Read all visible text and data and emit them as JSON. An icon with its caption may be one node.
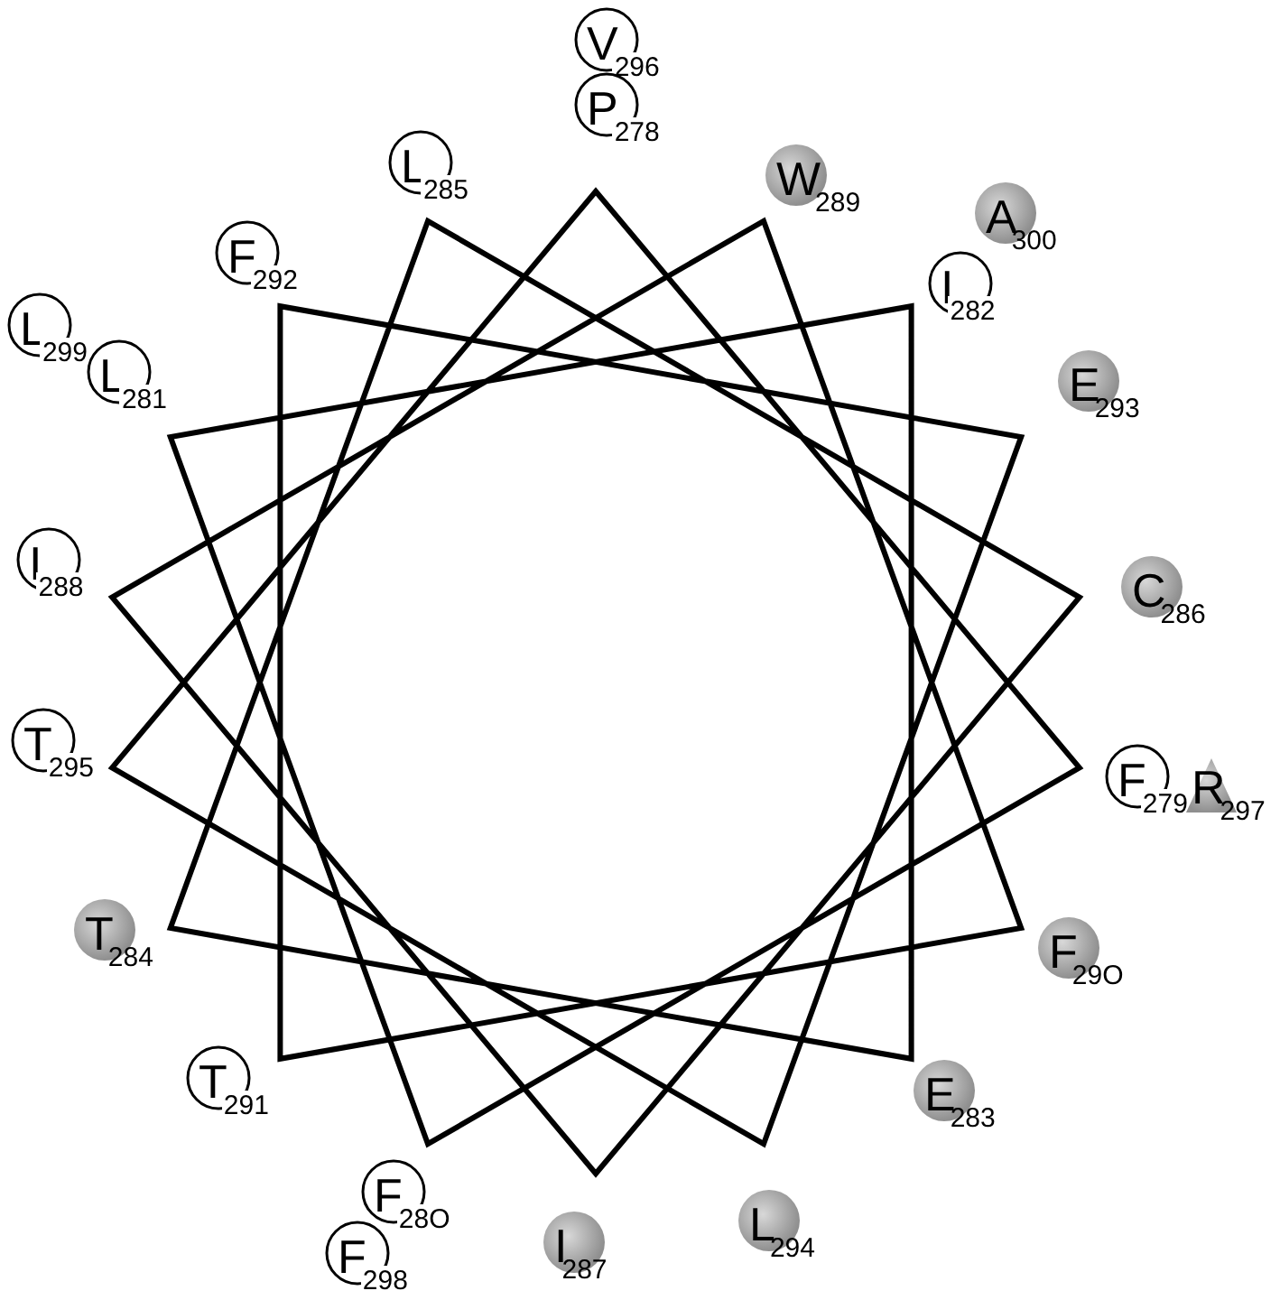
{
  "diagram": {
    "nodes": [
      {
        "text": [
          "V$_{296}$"
        ]
      },
      {
        "text": [
          "P$_{278}$"
        ]
      },
      {
        "text": [
          "L$_{285}$"
        ]
      },
      {
        "text": [
          "W$_{289}$"
        ]
      },
      {
        "text": [
          "A$_{300}$"
        ]
      },
      {
        "text": [
          "F$_{292}$"
        ]
      },
      {
        "text": [
          "I$_{282}$"
        ]
      },
      {
        "text": [
          "L$_{299}$"
        ]
      },
      {
        "text": [
          "L$_{281}$"
        ]
      },
      {
        "text": [
          "E$_{293}$"
        ]
      },
      {
        "text": [
          "I$_{288}$"
        ]
      },
      {
        "text": [
          "C$_{286}$"
        ]
      },
      {
        "text": [
          "T$_{295}$"
        ]
      },
      {
        "text": [
          "F$_{279}$"
        ]
      },
      {
        "text": [
          "R$_{297}$"
        ]
      },
      {
        "text": [
          "T$_{284}$"
        ]
      },
      {
        "text": [
          "F$_{29O}$"
        ]
      },
      {
        "text": [
          "T$_{291}$"
        ]
      },
      {
        "text": [
          "E$_{283}$"
        ]
      },
      {
        "text": [
          "F$_{28O}$"
        ]
      },
      {
        "text": [
          "I$_{287}$"
        ]
      },
      {
        "text": [
          "L$_{294}$"
        ]
      },
      {
        "text": [
          "F$_{298}$"
        ]
      }
    ]
  }
}
